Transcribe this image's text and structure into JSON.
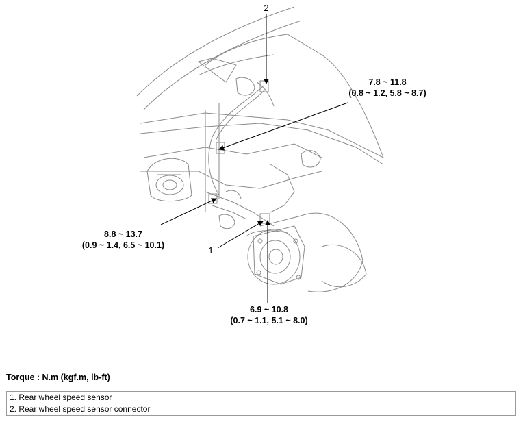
{
  "callouts": {
    "one": "1",
    "two": "2"
  },
  "torques": {
    "upper_right": {
      "line1": "7.8 ~ 11.8",
      "line2": "(0.8 ~ 1.2, 5.8 ~ 8.7)"
    },
    "left": {
      "line1": "8.8 ~ 13.7",
      "line2": "(0.9 ~ 1.4, 6.5 ~ 10.1)"
    },
    "bottom": {
      "line1": "6.9 ~ 10.8",
      "line2": "(0.7 ~ 1.1, 5.1 ~ 8.0)"
    }
  },
  "torque_unit": "Torque : N.m (kgf.m, lb-ft)",
  "legend": [
    "1. Rear wheel speed sensor",
    "2. Rear wheel speed sensor connector"
  ]
}
